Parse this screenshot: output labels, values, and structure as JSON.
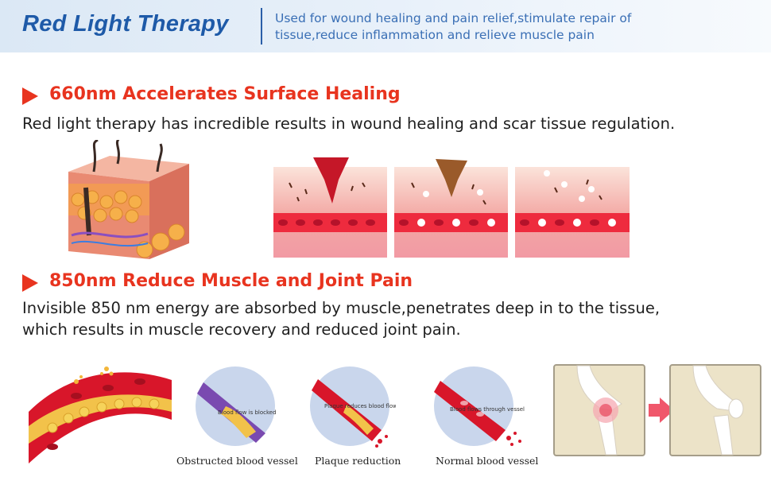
{
  "header": {
    "title": "Red Light Therapy",
    "subtitle": "Used for wound healing and pain relief,stimulate repair of tissue,reduce inflammation and relieve muscle pain"
  },
  "section1": {
    "heading": "660nm Accelerates Surface Healing",
    "text": "Red light therapy has incredible results in wound healing and scar tissue regulation."
  },
  "section2": {
    "heading": "850nm Reduce Muscle and Joint Pain",
    "text_line1": "Invisible 850 nm energy are absorbed by muscle,penetrates deep in to the tissue,",
    "text_line2": "which results in muscle recovery and reduced joint pain."
  },
  "vessels": [
    {
      "label": "Blood flow is blocked",
      "caption": "Obstructed blood vessel"
    },
    {
      "label": "Plaque reduces blood flow",
      "caption": "Plaque reduction"
    },
    {
      "label": "Blood flows through vessel",
      "caption": "Normal blood vessel"
    }
  ],
  "colors": {
    "accent_red": "#e8341f",
    "title_blue": "#1e5aa8",
    "subtitle_blue": "#3a6fb5"
  }
}
